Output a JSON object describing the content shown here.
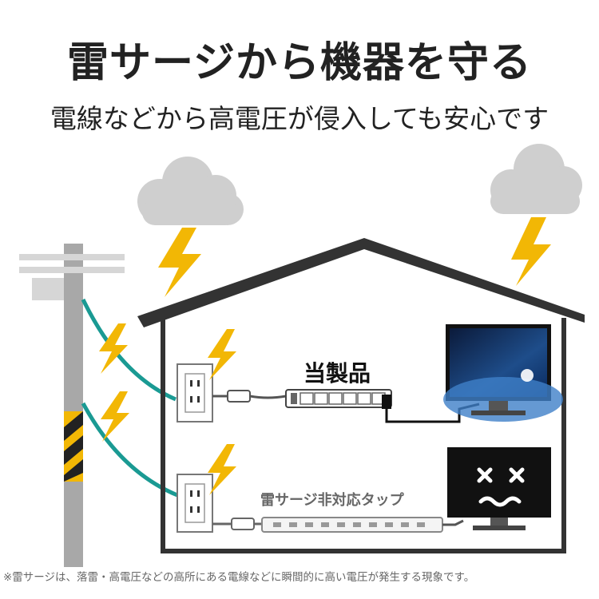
{
  "title": "雷サージから機器を守る",
  "subtitle": "電線などから高電圧が侵入しても安心です",
  "labels": {
    "product": "当製品",
    "non_compatible_tap": "雷サージ非対応タップ"
  },
  "footnote": "※雷サージは、落雷・高電圧などの高所にある電線などに瞬間的に高い電圧が発生する現象です。",
  "colors": {
    "lightning": "#f2b705",
    "cloud": "#cfcfcf",
    "pole": "#a8a8a8",
    "wire": "#1a9a93",
    "house_outline": "#333333",
    "monitor": "#111111"
  },
  "icons": [
    "cloud-icon",
    "lightning-icon",
    "utility-pole",
    "wall-outlet",
    "power-strip",
    "monitor",
    "broken-monitor-face"
  ]
}
